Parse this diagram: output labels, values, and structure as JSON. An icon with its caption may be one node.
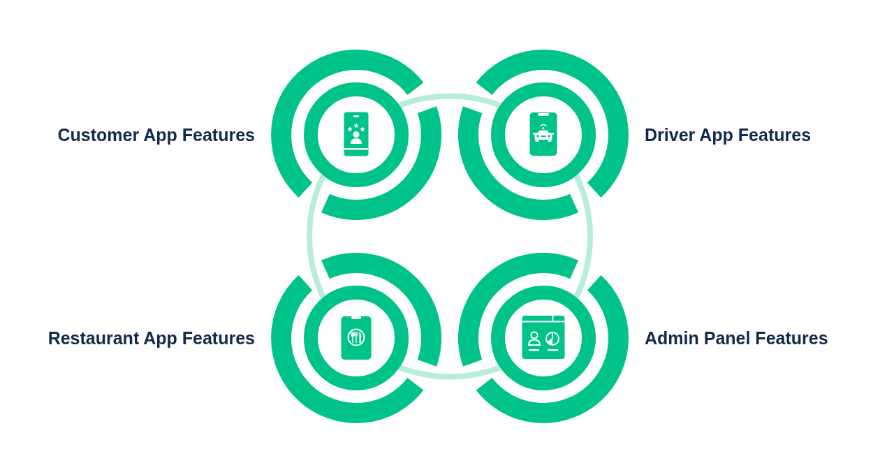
{
  "diagram": {
    "nodes": [
      {
        "text": [
          "Customer App Features"
        ]
      },
      {
        "text": [
          "Driver App Features"
        ]
      },
      {
        "text": [
          "Restaurant App Features"
        ]
      },
      {
        "text": [
          "Admin Panel Features"
        ]
      }
    ],
    "edges": [
      {
        "from": 0,
        "to": 1,
        "arrow": "none"
      },
      {
        "from": 1,
        "to": 3,
        "arrow": "none"
      },
      {
        "from": 3,
        "to": 2,
        "arrow": "none"
      },
      {
        "from": 2,
        "to": 0,
        "arrow": "none"
      }
    ]
  }
}
